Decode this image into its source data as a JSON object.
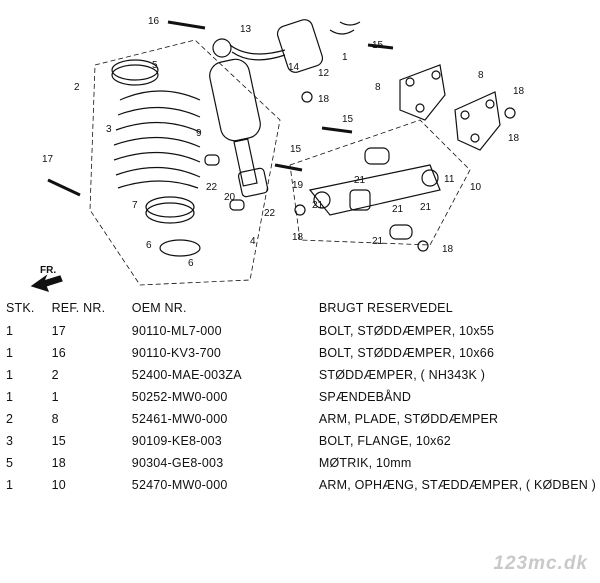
{
  "diagram": {
    "front_label": "FR.",
    "callouts": [
      "16",
      "13",
      "14",
      "12",
      "1",
      "15",
      "2",
      "5",
      "8",
      "8",
      "18",
      "3",
      "15",
      "18",
      "17",
      "9",
      "20",
      "22",
      "15",
      "19",
      "21",
      "11",
      "10",
      "7",
      "4",
      "22",
      "21",
      "21",
      "21",
      "18",
      "6",
      "18",
      "18",
      "6",
      "21"
    ]
  },
  "table": {
    "headers": [
      "STK.",
      "REF. NR.",
      "OEM NR.",
      "BRUGT RESERVEDEL"
    ],
    "rows": [
      [
        "1",
        "17",
        "90110-ML7-000",
        "BOLT, STØDDÆMPER, 10x55"
      ],
      [
        "1",
        "16",
        "90110-KV3-700",
        "BOLT, STØDDÆMPER, 10x66"
      ],
      [
        "1",
        "2",
        "52400-MAE-003ZA",
        "STØDDÆMPER, ( NH343K )"
      ],
      [
        "1",
        "1",
        "50252-MW0-000",
        "SPÆNDEBÅND"
      ],
      [
        "2",
        "8",
        "52461-MW0-000",
        "ARM, PLADE, STØDDÆMPER"
      ],
      [
        "3",
        "15",
        "90109-KE8-003",
        "BOLT, FLANGE, 10x62"
      ],
      [
        "5",
        "18",
        "90304-GE8-003",
        "MØTRIK, 10mm"
      ],
      [
        "1",
        "10",
        "52470-MW0-000",
        "ARM, OPHÆNG, STÆDDÆMPER, ( KØDBEN )"
      ]
    ]
  },
  "watermark": "123mc.dk",
  "colors": {
    "ink": "#111111",
    "watermark": "#c9c9c9"
  }
}
